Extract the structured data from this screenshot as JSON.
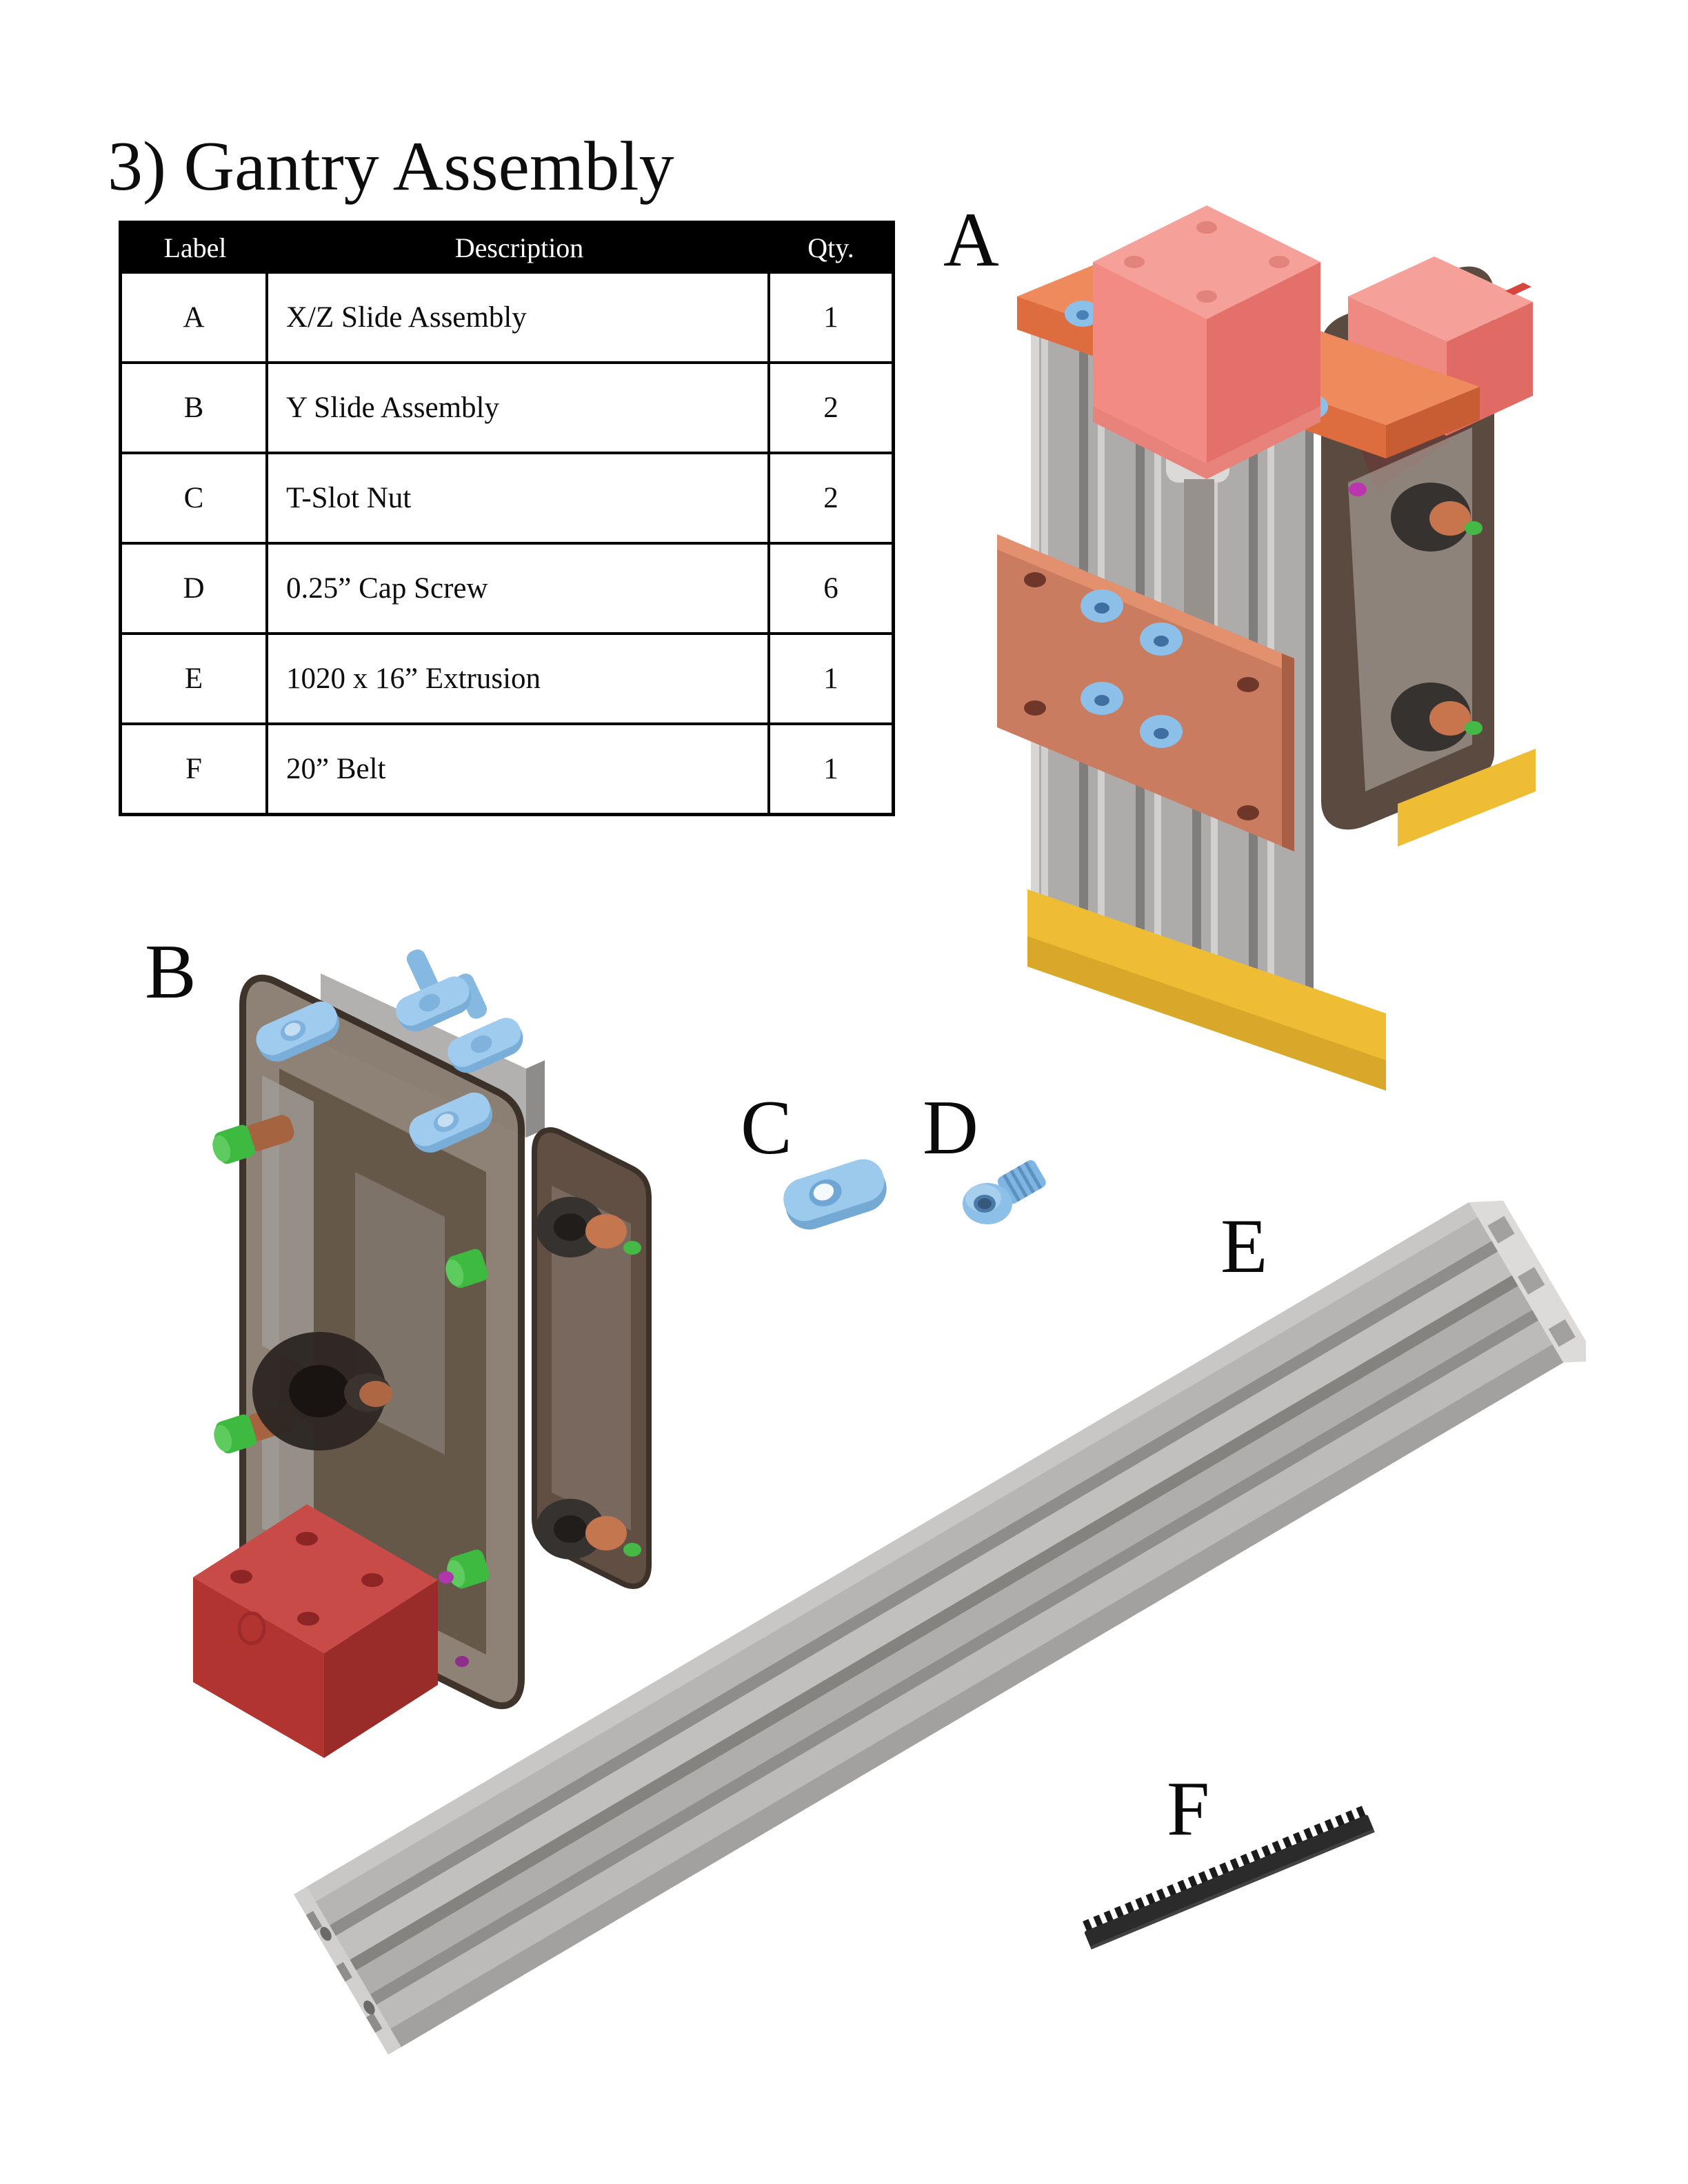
{
  "page": {
    "title": "3) Gantry Assembly",
    "background": "#ffffff"
  },
  "parts_table": {
    "headers": {
      "label": "Label",
      "description": "Description",
      "qty": "Qty."
    },
    "rows": [
      {
        "label": "A",
        "description": "X/Z Slide Assembly",
        "qty": "1"
      },
      {
        "label": "B",
        "description": "Y Slide Assembly",
        "qty": "2"
      },
      {
        "label": "C",
        "description": "T-Slot Nut",
        "qty": "2"
      },
      {
        "label": "D",
        "description": "0.25” Cap Screw",
        "qty": "6"
      },
      {
        "label": "E",
        "description": "1020 x 16” Extrusion",
        "qty": "1"
      },
      {
        "label": "F",
        "description": "20” Belt",
        "qty": "1"
      }
    ]
  },
  "figures": {
    "a": "A",
    "b": "B",
    "c": "C",
    "d": "D",
    "e": "E",
    "f": "F"
  },
  "colors": {
    "motor_salmon": "#f59d95",
    "motor_red": "#c0403c",
    "plate_orange": "#ee8455",
    "plate_copper": "#c97c60",
    "base_yellow": "#eebd33",
    "hardware_blue": "#8cc0e8",
    "screw_green": "#3fba41",
    "accent_magenta": "#bb35ae",
    "aluminum_gray": "#b2b0ae",
    "smoked_plate": "#5a463a",
    "belt_black": "#2b2b2b",
    "table_header_bg": "#000000",
    "table_header_text": "#ffffff"
  }
}
